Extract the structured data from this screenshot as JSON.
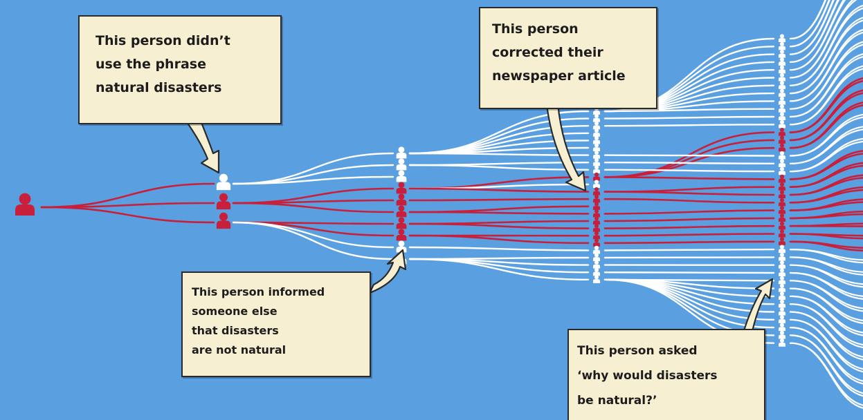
{
  "colors": {
    "background": "#5a9fe0",
    "red": "#c8203a",
    "white": "#ffffff",
    "note_fill": "#f7efd2",
    "note_border": "#2a2a2a"
  },
  "nodes": {
    "origin": "red",
    "generation_1": [
      "white",
      "red",
      "red"
    ],
    "generation_2": [
      "white",
      "white",
      "white",
      "red",
      "red",
      "red",
      "red",
      "red",
      "white",
      "white"
    ],
    "generation_3": [
      "white",
      "white",
      "white",
      "white",
      "white",
      "white",
      "white",
      "white",
      "white",
      "red",
      "white",
      "red",
      "red",
      "red",
      "red",
      "red",
      "red",
      "red",
      "red",
      "white",
      "white",
      "white",
      "white",
      "white"
    ],
    "generation_4": [
      "white",
      "white",
      "white",
      "white",
      "white",
      "white",
      "white",
      "white",
      "white",
      "white",
      "white",
      "white",
      "red",
      "red",
      "red",
      "white",
      "white",
      "white",
      "red",
      "red",
      "red",
      "red",
      "red",
      "red",
      "red",
      "red",
      "red",
      "white",
      "white",
      "white",
      "white",
      "white",
      "white",
      "white",
      "white",
      "white",
      "white",
      "white",
      "white",
      "white"
    ]
  },
  "callouts": [
    {
      "icon": "arrow-icon",
      "lines": [
        "This person didn’t",
        "use the phrase",
        "natural disasters"
      ]
    },
    {
      "icon": "arrow-icon",
      "lines": [
        "This person",
        "corrected their",
        "newspaper article"
      ]
    },
    {
      "icon": "arrow-icon",
      "lines": [
        "This person informed",
        "someone else",
        "that disasters",
        "are not natural"
      ]
    },
    {
      "icon": "arrow-icon",
      "lines": [
        "This person asked",
        "‘why would disasters",
        "be natural?’"
      ]
    }
  ]
}
